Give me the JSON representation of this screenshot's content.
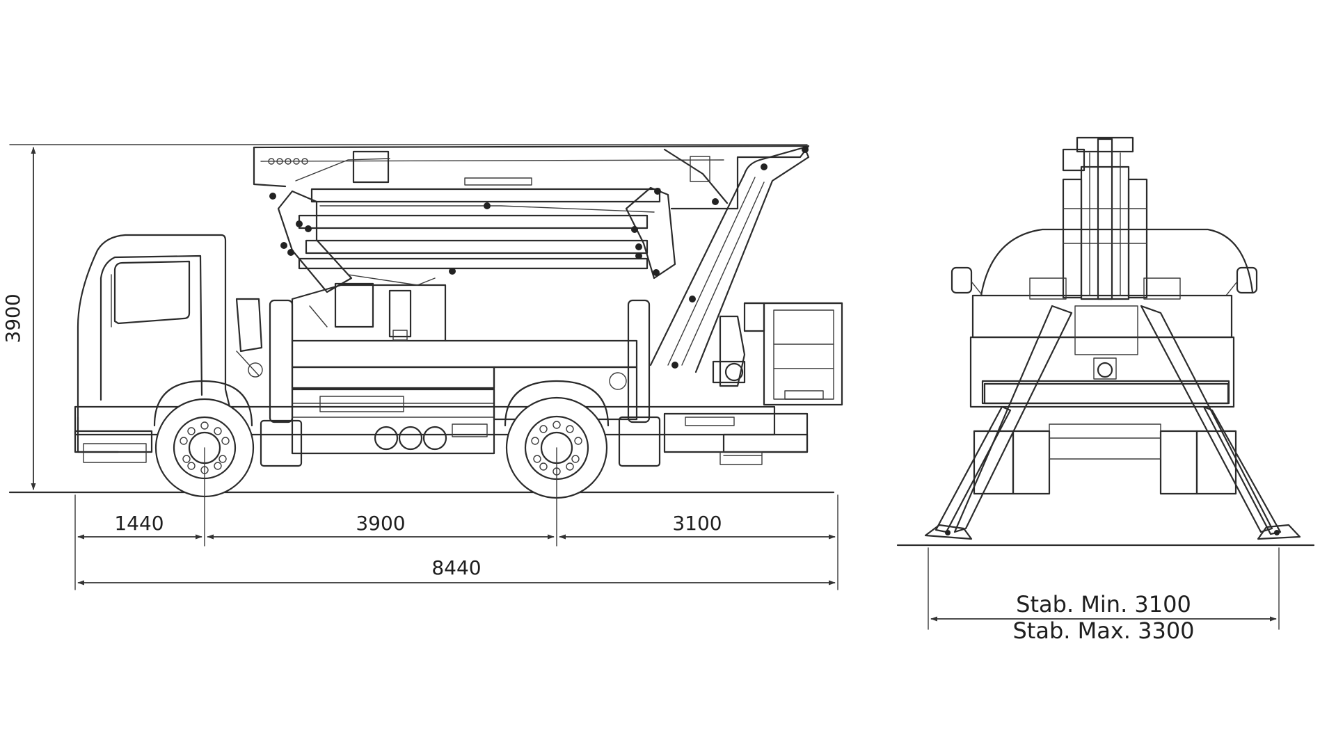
{
  "side_view": {
    "height_label": "3900",
    "front_overhang_label": "1440",
    "wheelbase_label": "3900",
    "rear_overhang_label": "3100",
    "overall_length_label": "8440"
  },
  "front_view": {
    "stab_min_label": "Stab. Min. 3100",
    "stab_max_label": "Stab. Max. 3300"
  },
  "colors": {
    "line": "#2b2b2b",
    "background": "#ffffff"
  }
}
